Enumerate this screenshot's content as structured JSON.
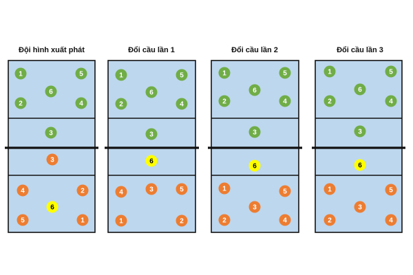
{
  "colors": {
    "court_fill": "#bdd7ee",
    "court_line": "#111111",
    "green_player": "#70ad47",
    "green_player_text": "#ffffff",
    "orange_player": "#ed7d31",
    "orange_player_text": "#ffffff",
    "yellow_player": "#ffff00",
    "yellow_player_text": "#000000"
  },
  "panels": [
    {
      "title": "Đội hình xuất phát",
      "green": [
        "1",
        "5",
        "6",
        "2",
        "4",
        "3"
      ],
      "orange": [
        "3",
        "4",
        "2",
        "5",
        "1"
      ],
      "yellow": [
        "6"
      ]
    },
    {
      "title": "Đổi cầu lần 1",
      "green": [
        "1",
        "5",
        "6",
        "2",
        "4",
        "3"
      ],
      "orange": [
        "4",
        "3",
        "5",
        "1",
        "2"
      ],
      "yellow": [
        "6"
      ]
    },
    {
      "title": "Đổi cầu lần 2",
      "green": [
        "1",
        "5",
        "6",
        "2",
        "4",
        "3"
      ],
      "orange": [
        "1",
        "5",
        "3",
        "2",
        "4"
      ],
      "yellow": [
        "6"
      ]
    },
    {
      "title": "Đổi cầu lần 3",
      "green": [
        "1",
        "5",
        "6",
        "2",
        "4",
        "3"
      ],
      "orange": [
        "1",
        "5",
        "3",
        "2",
        "4"
      ],
      "yellow": [
        "6"
      ]
    }
  ]
}
